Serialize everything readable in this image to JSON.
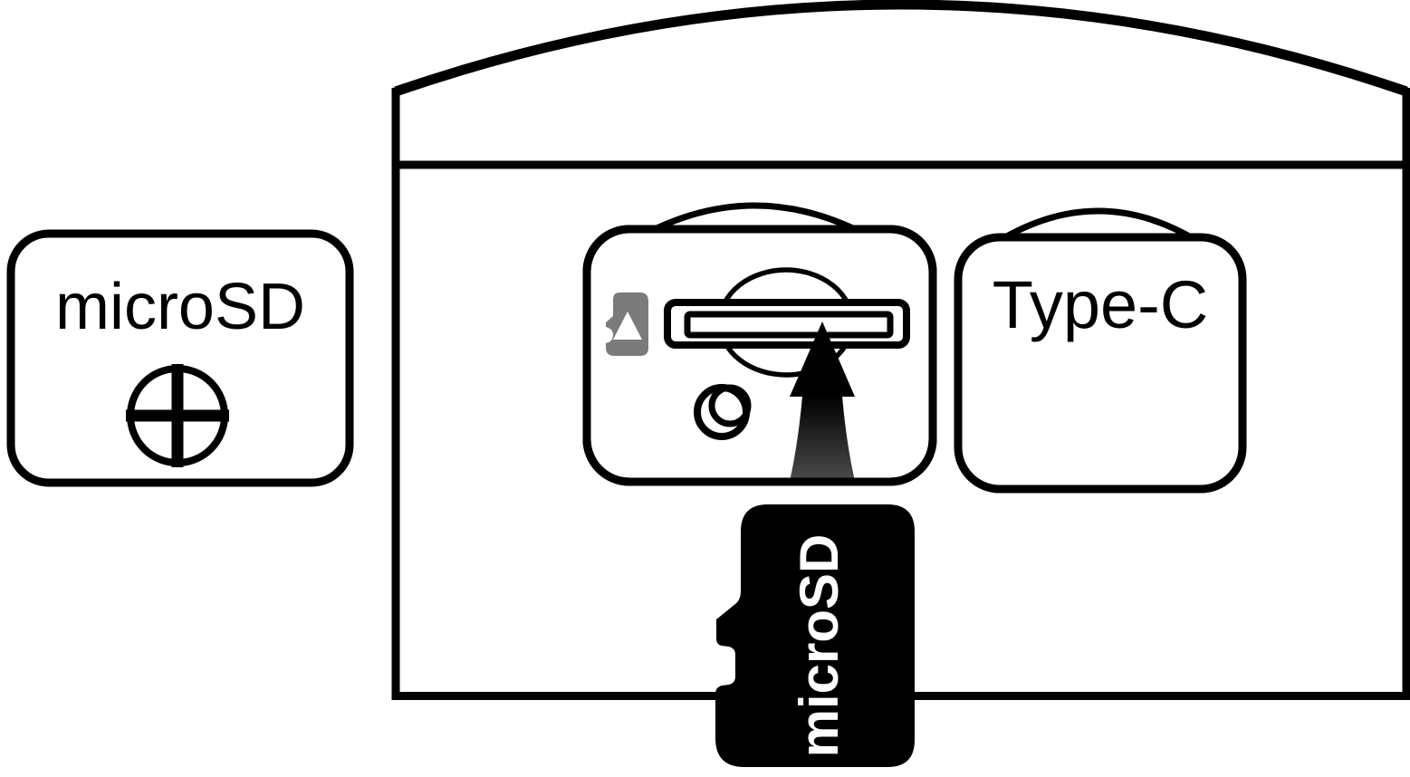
{
  "diagram": {
    "left_badge": {
      "label": "microSD",
      "symbol": "circle-plus"
    },
    "device": {
      "microsd_panel": {
        "icons": [
          "microsd-card-icon",
          "card-slot",
          "crescent-circle-icon",
          "insert-arrow-icon"
        ]
      },
      "typec_panel": {
        "label": "Type-C"
      }
    },
    "card": {
      "label": "microSD"
    },
    "colors": {
      "outline": "#000000",
      "background": "#ffffff",
      "card_icon_gray": "#7b7b7b",
      "card_fill": "#000000",
      "card_text": "#ffffff",
      "arrow_top": "#000000",
      "arrow_bottom": "#4d4d4d"
    }
  }
}
